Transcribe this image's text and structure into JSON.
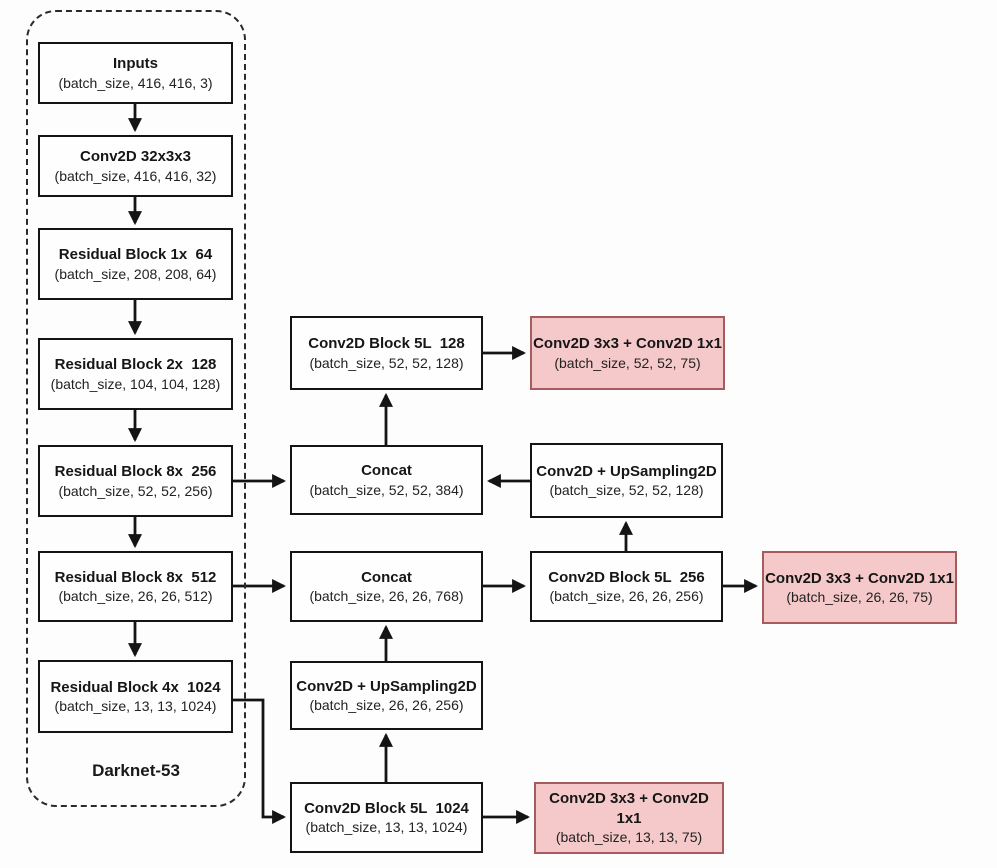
{
  "diagram": {
    "backbone_label": "Darknet-53",
    "colors": {
      "background": "#fdfdfd",
      "box_border": "#141414",
      "box_fill": "#fefefe",
      "head_fill": "#f5c9c9",
      "head_border": "#a65c5c",
      "arrow": "#141414"
    },
    "nodes": {
      "inputs": {
        "title": "Inputs",
        "shape": "(batch_size, 416, 416, 3)"
      },
      "conv2d_32": {
        "title": "Conv2D 32x3x3",
        "shape": "(batch_size, 416, 416, 32)"
      },
      "res1x64": {
        "title": "Residual Block 1x  64",
        "shape": "(batch_size, 208, 208, 64)"
      },
      "res2x128": {
        "title": "Residual Block 2x  128",
        "shape": "(batch_size, 104, 104, 128)"
      },
      "res8x256": {
        "title": "Residual Block 8x  256",
        "shape": "(batch_size, 52, 52, 256)"
      },
      "res8x512": {
        "title": "Residual Block 8x  512",
        "shape": "(batch_size, 26, 26, 512)"
      },
      "res4x1024": {
        "title": "Residual Block 4x  1024",
        "shape": "(batch_size, 13, 13, 1024)"
      },
      "conv5l_128": {
        "title": "Conv2D Block 5L  128",
        "shape": "(batch_size, 52, 52, 128)"
      },
      "concat_52": {
        "title": "Concat",
        "shape": "(batch_size, 52, 52, 384)"
      },
      "concat_26": {
        "title": "Concat",
        "shape": "(batch_size, 26, 26, 768)"
      },
      "upsample_26": {
        "title": "Conv2D + UpSampling2D",
        "shape": "(batch_size, 26, 26, 256)"
      },
      "conv5l_1024": {
        "title": "Conv2D Block 5L  1024",
        "shape": "(batch_size, 13, 13, 1024)"
      },
      "upsample_52": {
        "title": "Conv2D + UpSampling2D",
        "shape": "(batch_size, 52, 52, 128)"
      },
      "conv5l_256": {
        "title": "Conv2D Block 5L  256",
        "shape": "(batch_size, 26, 26, 256)"
      },
      "head_52": {
        "title": "Conv2D 3x3 + Conv2D 1x1",
        "shape": "(batch_size, 52, 52, 75)"
      },
      "head_26": {
        "title": "Conv2D 3x3 + Conv2D 1x1",
        "shape": "(batch_size, 26, 26, 75)"
      },
      "head_13": {
        "title": "Conv2D 3x3 + Conv2D 1x1",
        "shape": "(batch_size, 13, 13, 75)"
      }
    },
    "edges": [
      {
        "from": "inputs",
        "to": "conv2d_32"
      },
      {
        "from": "conv2d_32",
        "to": "res1x64"
      },
      {
        "from": "res1x64",
        "to": "res2x128"
      },
      {
        "from": "res2x128",
        "to": "res8x256"
      },
      {
        "from": "res8x256",
        "to": "res8x512"
      },
      {
        "from": "res8x512",
        "to": "res4x1024"
      },
      {
        "from": "res8x256",
        "to": "concat_52"
      },
      {
        "from": "res8x512",
        "to": "concat_26"
      },
      {
        "from": "res4x1024",
        "to": "conv5l_1024"
      },
      {
        "from": "concat_52",
        "to": "conv5l_128"
      },
      {
        "from": "conv5l_128",
        "to": "head_52"
      },
      {
        "from": "upsample_52",
        "to": "concat_52"
      },
      {
        "from": "concat_26",
        "to": "conv5l_256"
      },
      {
        "from": "conv5l_256",
        "to": "upsample_52"
      },
      {
        "from": "conv5l_256",
        "to": "head_26"
      },
      {
        "from": "upsample_26",
        "to": "concat_26"
      },
      {
        "from": "conv5l_1024",
        "to": "upsample_26"
      },
      {
        "from": "conv5l_1024",
        "to": "head_13"
      }
    ]
  }
}
